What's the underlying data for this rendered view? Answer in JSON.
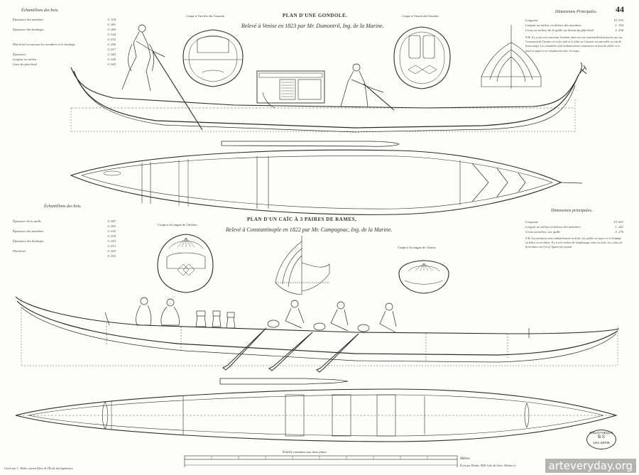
{
  "plate_number": "44",
  "gondola": {
    "title": "PLAN D'UNE GONDOLE.",
    "subtitle": "Relevé à Venise en 1823 par Mr. Dumontril, Ing. de la Marine.",
    "section_rear_label": "Coupe à l'arrière du Cassette.",
    "section_front_label": "Coupe à l'avant du Cassette.",
    "scantlings_title": "Échantillons des bois.",
    "scantlings": [
      {
        "label": "Épaisseur des membres",
        "values": [
          "0. 104",
          "0. 081"
        ]
      },
      {
        "label": "Épaisseur des bordages",
        "values": [
          "0. 060",
          "0. 026",
          "0. 032"
        ]
      },
      {
        "label": "Plat-bord recouvrant les membres et le bordage",
        "values": [
          "0. 056",
          "0. 017"
        ]
      },
      {
        "label": "Épaisseur",
        "values": [
          "0. 042"
        ]
      },
      {
        "label": "Largeur au milieu",
        "values": [
          "0. 026"
        ]
      },
      {
        "label": "Liure du plat-bord",
        "values": [
          "0. 043"
        ]
      }
    ],
    "dimensions_title": "Dimensions Principales.",
    "dimensions": [
      {
        "label": "Longueur",
        "value": "10. 935"
      },
      {
        "label": "Largeur au milieu, en dehors des membres",
        "value": "1. 364"
      },
      {
        "label": "Creux au milieu, de la quille au-dessus du plat-bord",
        "value": "0. 436"
      }
    ],
    "note": "N.B. Il y a une très ancienne Gondole dont on voit continuellement portée au cou, l'ornement de l'avant est en fer poli et le felze ou Cassette est amovible en cas de beau temps. Les Gondoles sont ordinairement construites en bois de chêne et le fond en sapin et se remplacent entre la coque."
  },
  "caique": {
    "title": "PLAN D'UN CAÏC À 3 PAIRES DE RAMES,",
    "subtitle": "Relevé à Constantinople en 1822 par Mr. Campagnac, Ing. de la Marine.",
    "section_rear_label": "Coupe à la tongue de l'arrière.",
    "section_front_label": "Coupe à la tongue de l'avant.",
    "scantlings_title": "Échantillons des bois.",
    "scantlings": [
      {
        "label": "Épaisseur de la quille",
        "values": [
          "0. 087",
          "0. 055"
        ]
      },
      {
        "label": "Épaisseur des membres",
        "values": [
          "0. 025",
          "0. 018"
        ]
      },
      {
        "label": "Épaisseur des bordages",
        "values": [
          "0. 015",
          "0. 013"
        ]
      },
      {
        "label": "Plat-bord",
        "values": [
          "0. 020",
          "0. 016"
        ]
      }
    ],
    "dimensions_title": "Dimensions principales.",
    "dimensions": [
      {
        "label": "Longueur",
        "value": "10. 821"
      },
      {
        "label": "Largeur au milieu en dehors des membres",
        "value": "1. 241"
      },
      {
        "label": "Creux au milieu, sur quille",
        "value": "0. 270"
      }
    ],
    "note": "N.B. Les membres sont ordinairement en frêne, les quilles en noyer et le bordage en hêtre ou en chêne. Il y a très-ordres de remplissage entre les bois. Les caïcs de la bordure ont 4 m (2 lignes) de posant."
  },
  "scale_label": "Échelle commune aux deux plans.",
  "scale_unit": "Mètres",
  "stamp_lines": [
    "BIBLIOTHÈQUE",
    "B.S",
    "1ère SÉRIE"
  ],
  "footer_left": "Gravé par C. Wulter, ancien Élève de l'École des Ingénieurs.",
  "footer_right": "Écrit par Deshes 1828. Lith. de Girec. Marine et",
  "watermark": "arteveryday.org",
  "colors": {
    "ink": "#2a2a2a",
    "paper": "#fdfdfb"
  }
}
